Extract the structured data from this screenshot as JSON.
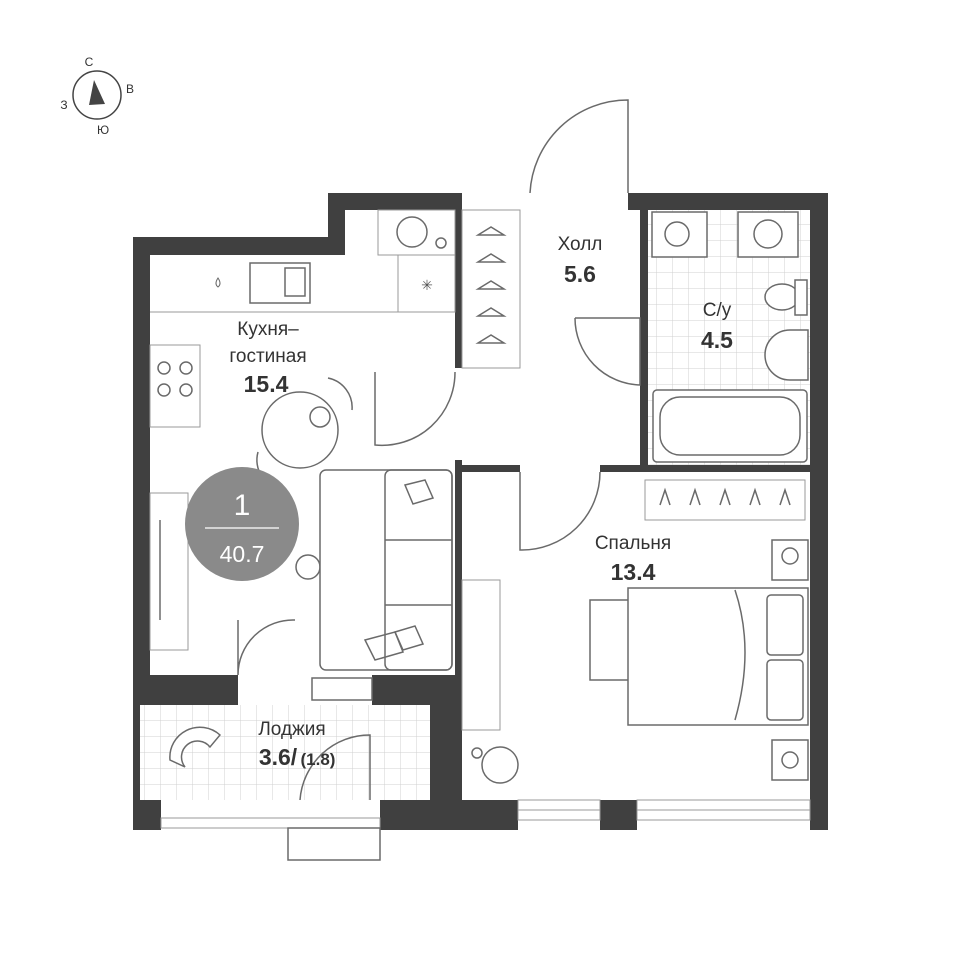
{
  "compass": {
    "north": "С",
    "east": "В",
    "south": "Ю",
    "west": "З"
  },
  "badge": {
    "rooms": "1",
    "total_area": "40.7",
    "color": "#8a8a8a"
  },
  "rooms": [
    {
      "name": "Кухня–",
      "name2": "гостиная",
      "area": "15.4"
    },
    {
      "name": "Холл",
      "area": "5.6"
    },
    {
      "name": "С/у",
      "area": "4.5"
    },
    {
      "name": "Спальня",
      "area": "13.4"
    },
    {
      "name": "Лоджия",
      "area": "3.6/",
      "area_reduced": "(1.8)"
    }
  ],
  "colors": {
    "wall": "#404040",
    "line": "#6a6a6a"
  }
}
